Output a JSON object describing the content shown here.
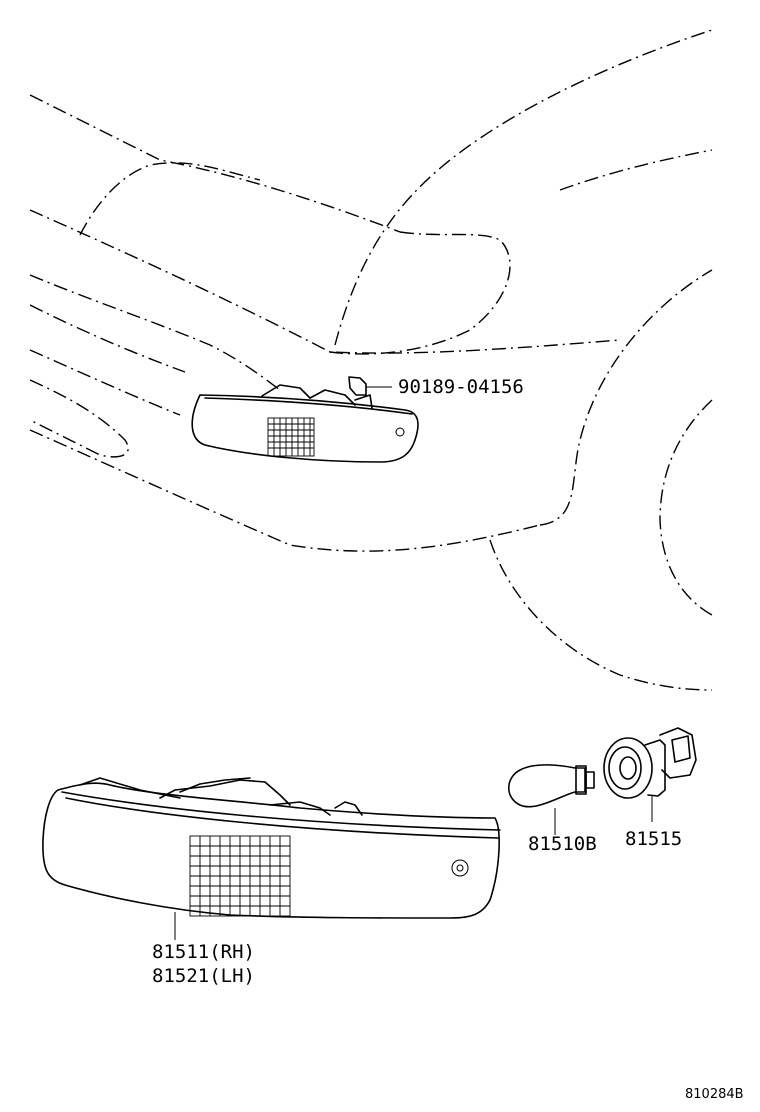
{
  "labels": {
    "clip": "90189-04156",
    "lamp": [
      "81511(RH)",
      "81521(LH)"
    ],
    "bulb": "81510B",
    "socket": "81515",
    "ref": "810284B"
  }
}
